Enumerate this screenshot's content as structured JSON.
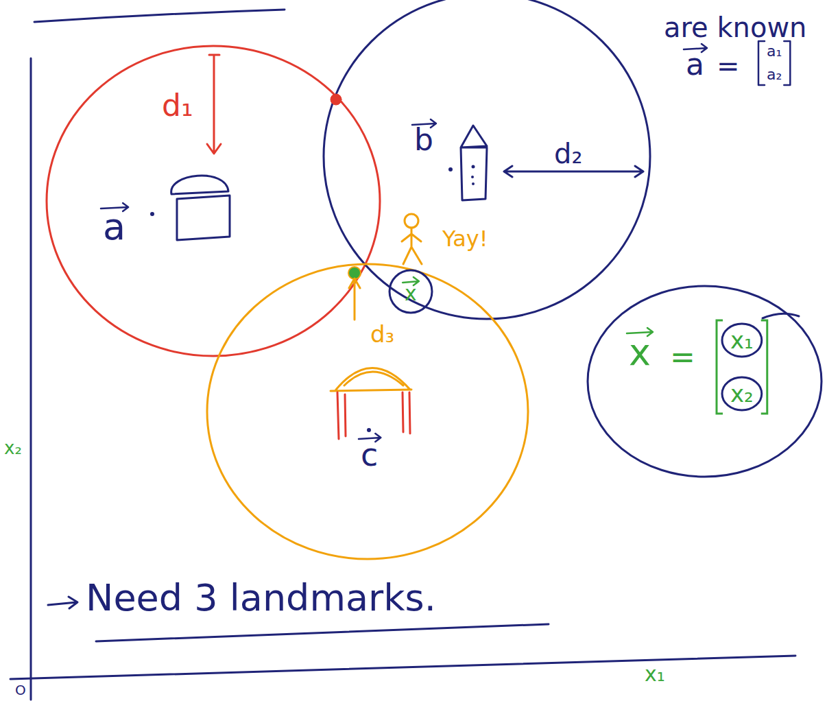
{
  "diagram": {
    "nodes": [
      {
        "text": [
          "x",
          "=",
          "x₁",
          "x₂"
        ]
      },
      {
        "text": [
          "x"
        ]
      }
    ],
    "labels": [
      "are known",
      "a",
      "=",
      "a₁",
      "a₂",
      "d₁",
      "a",
      "b",
      "d₂",
      "Yay!",
      "d₃",
      "c",
      "x₂",
      "Need 3 landmarks.",
      "x₁",
      "O"
    ]
  }
}
